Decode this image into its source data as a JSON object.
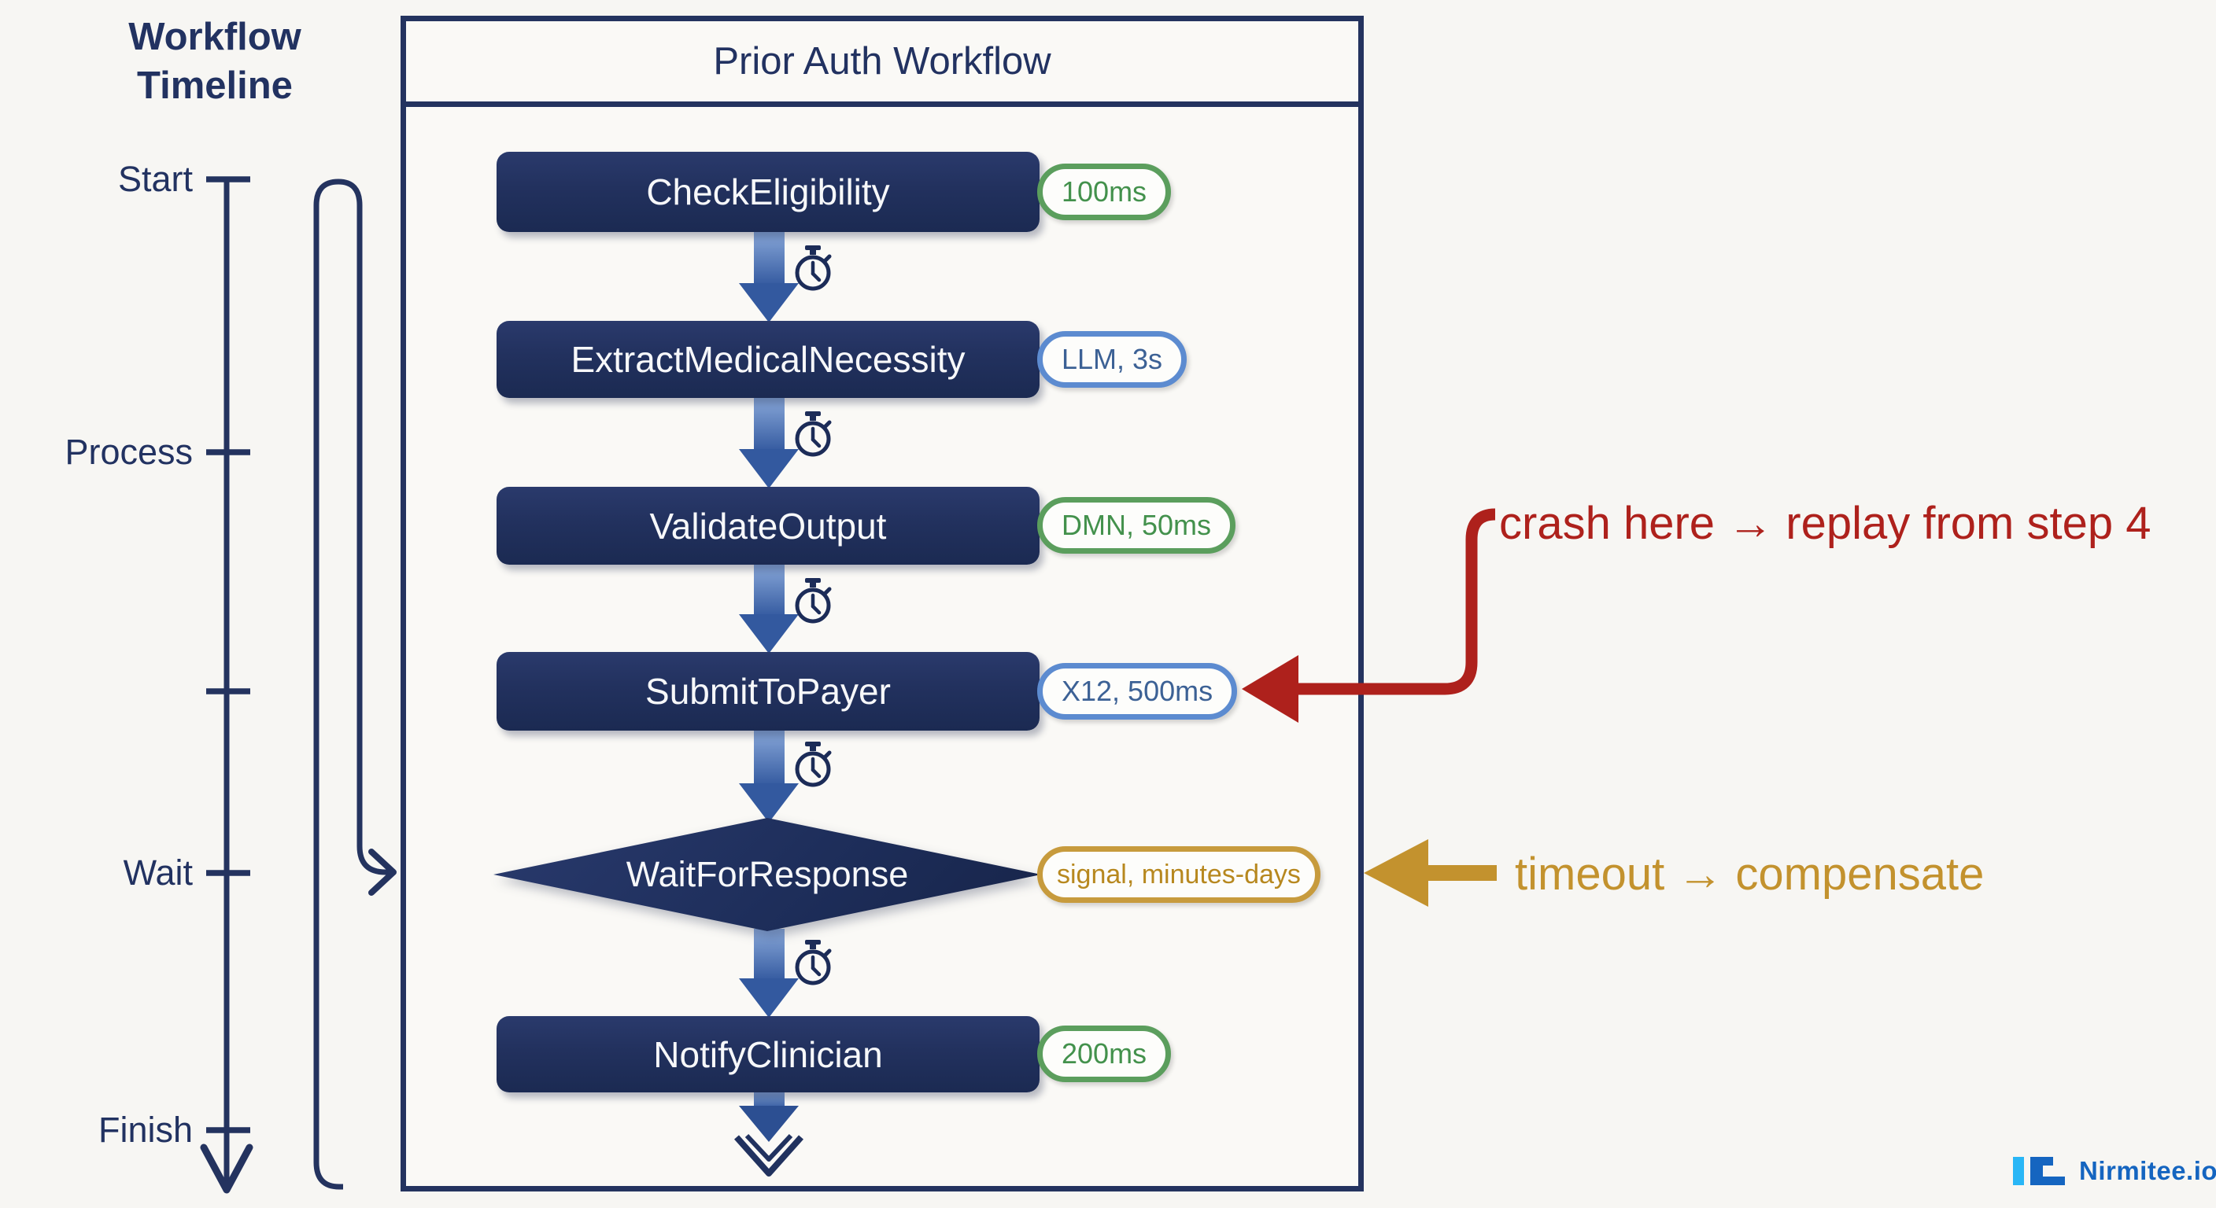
{
  "timeline": {
    "title_line1": "Workflow",
    "title_line2": "Timeline",
    "labels": [
      {
        "text": "Start"
      },
      {
        "text": "Process"
      },
      {
        "text": "Wait"
      },
      {
        "text": "Finish"
      }
    ]
  },
  "workflow": {
    "title": "Prior Auth Workflow",
    "steps": [
      {
        "label": "CheckEligibility",
        "badge": "100ms",
        "badge_color": "green",
        "shape": "rect"
      },
      {
        "label": "ExtractMedicalNecessity",
        "badge": "LLM, 3s",
        "badge_color": "blue",
        "shape": "rect"
      },
      {
        "label": "ValidateOutput",
        "badge": "DMN, 50ms",
        "badge_color": "green",
        "shape": "rect"
      },
      {
        "label": "SubmitToPayer",
        "badge": "X12, 500ms",
        "badge_color": "blue",
        "shape": "rect"
      },
      {
        "label": "WaitForResponse",
        "badge": "signal, minutes-days",
        "badge_color": "gold",
        "shape": "diamond"
      },
      {
        "label": "NotifyClinician",
        "badge": "200ms",
        "badge_color": "green",
        "shape": "rect"
      }
    ]
  },
  "annotations": {
    "crash": "crash here → replay from step 4",
    "timeout": "timeout → compensate"
  },
  "logo": {
    "text": "Nirmitee.io"
  },
  "colors": {
    "navy_line": "#24335f",
    "box_navy": "#22315e",
    "crash_red": "#ae211c",
    "timeout_gold": "#c3922e",
    "badge_green": "#5b9e5d",
    "badge_blue": "#5c8bd0",
    "badge_gold": "#c79b3d",
    "logo_blue": "#1565c0",
    "logo_cyan": "#29b6f6"
  }
}
